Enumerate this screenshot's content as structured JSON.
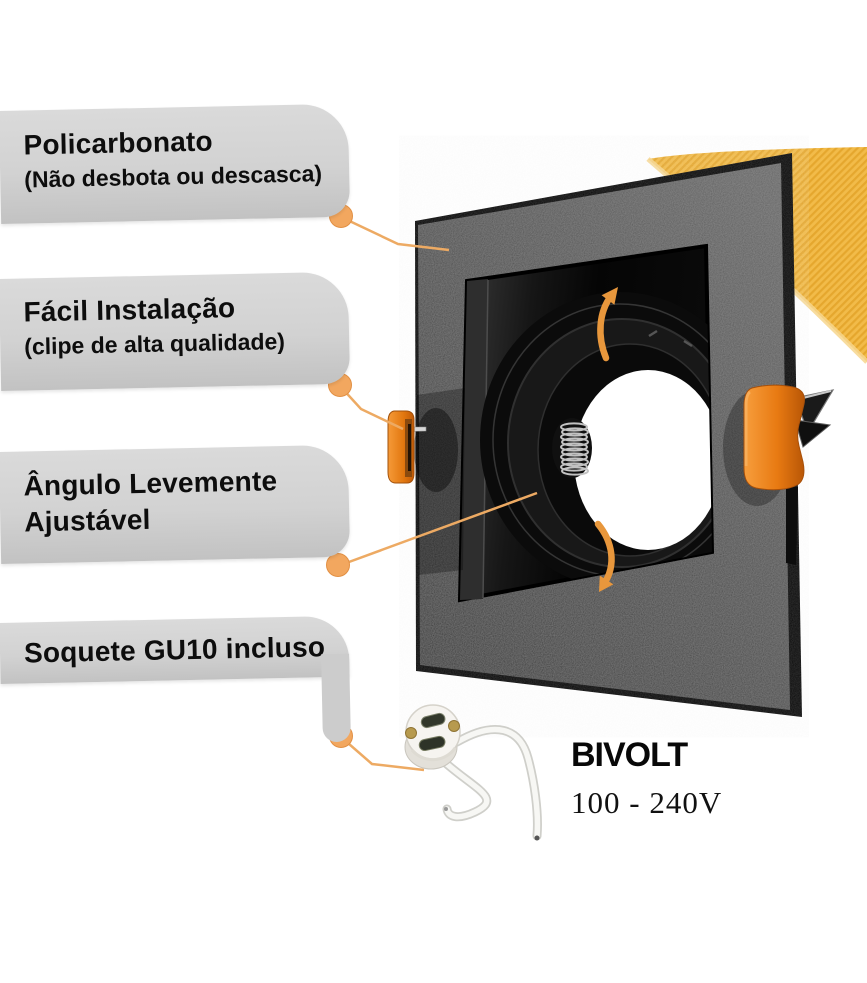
{
  "callouts": [
    {
      "line1": "Policarbonato",
      "line2": "(Não desbota ou descasca)"
    },
    {
      "line1": "Fácil Instalação",
      "line2": "(clipe de alta qualidade)"
    },
    {
      "line1": "Ângulo Levemente",
      "line2": "Ajustável"
    },
    {
      "line1": "Soquete GU10 incluso",
      "line2": ""
    }
  ],
  "voltage": {
    "label": "BIVOLT",
    "range": "100 - 240V"
  },
  "colors": {
    "callout_bubble_gray": "#d2d2d2",
    "leader_line_orange": "#edaa63",
    "clip_orange": "#e87615",
    "swoosh_yellow": "#f1b845",
    "fixture_gray": "#4a4a4a"
  }
}
